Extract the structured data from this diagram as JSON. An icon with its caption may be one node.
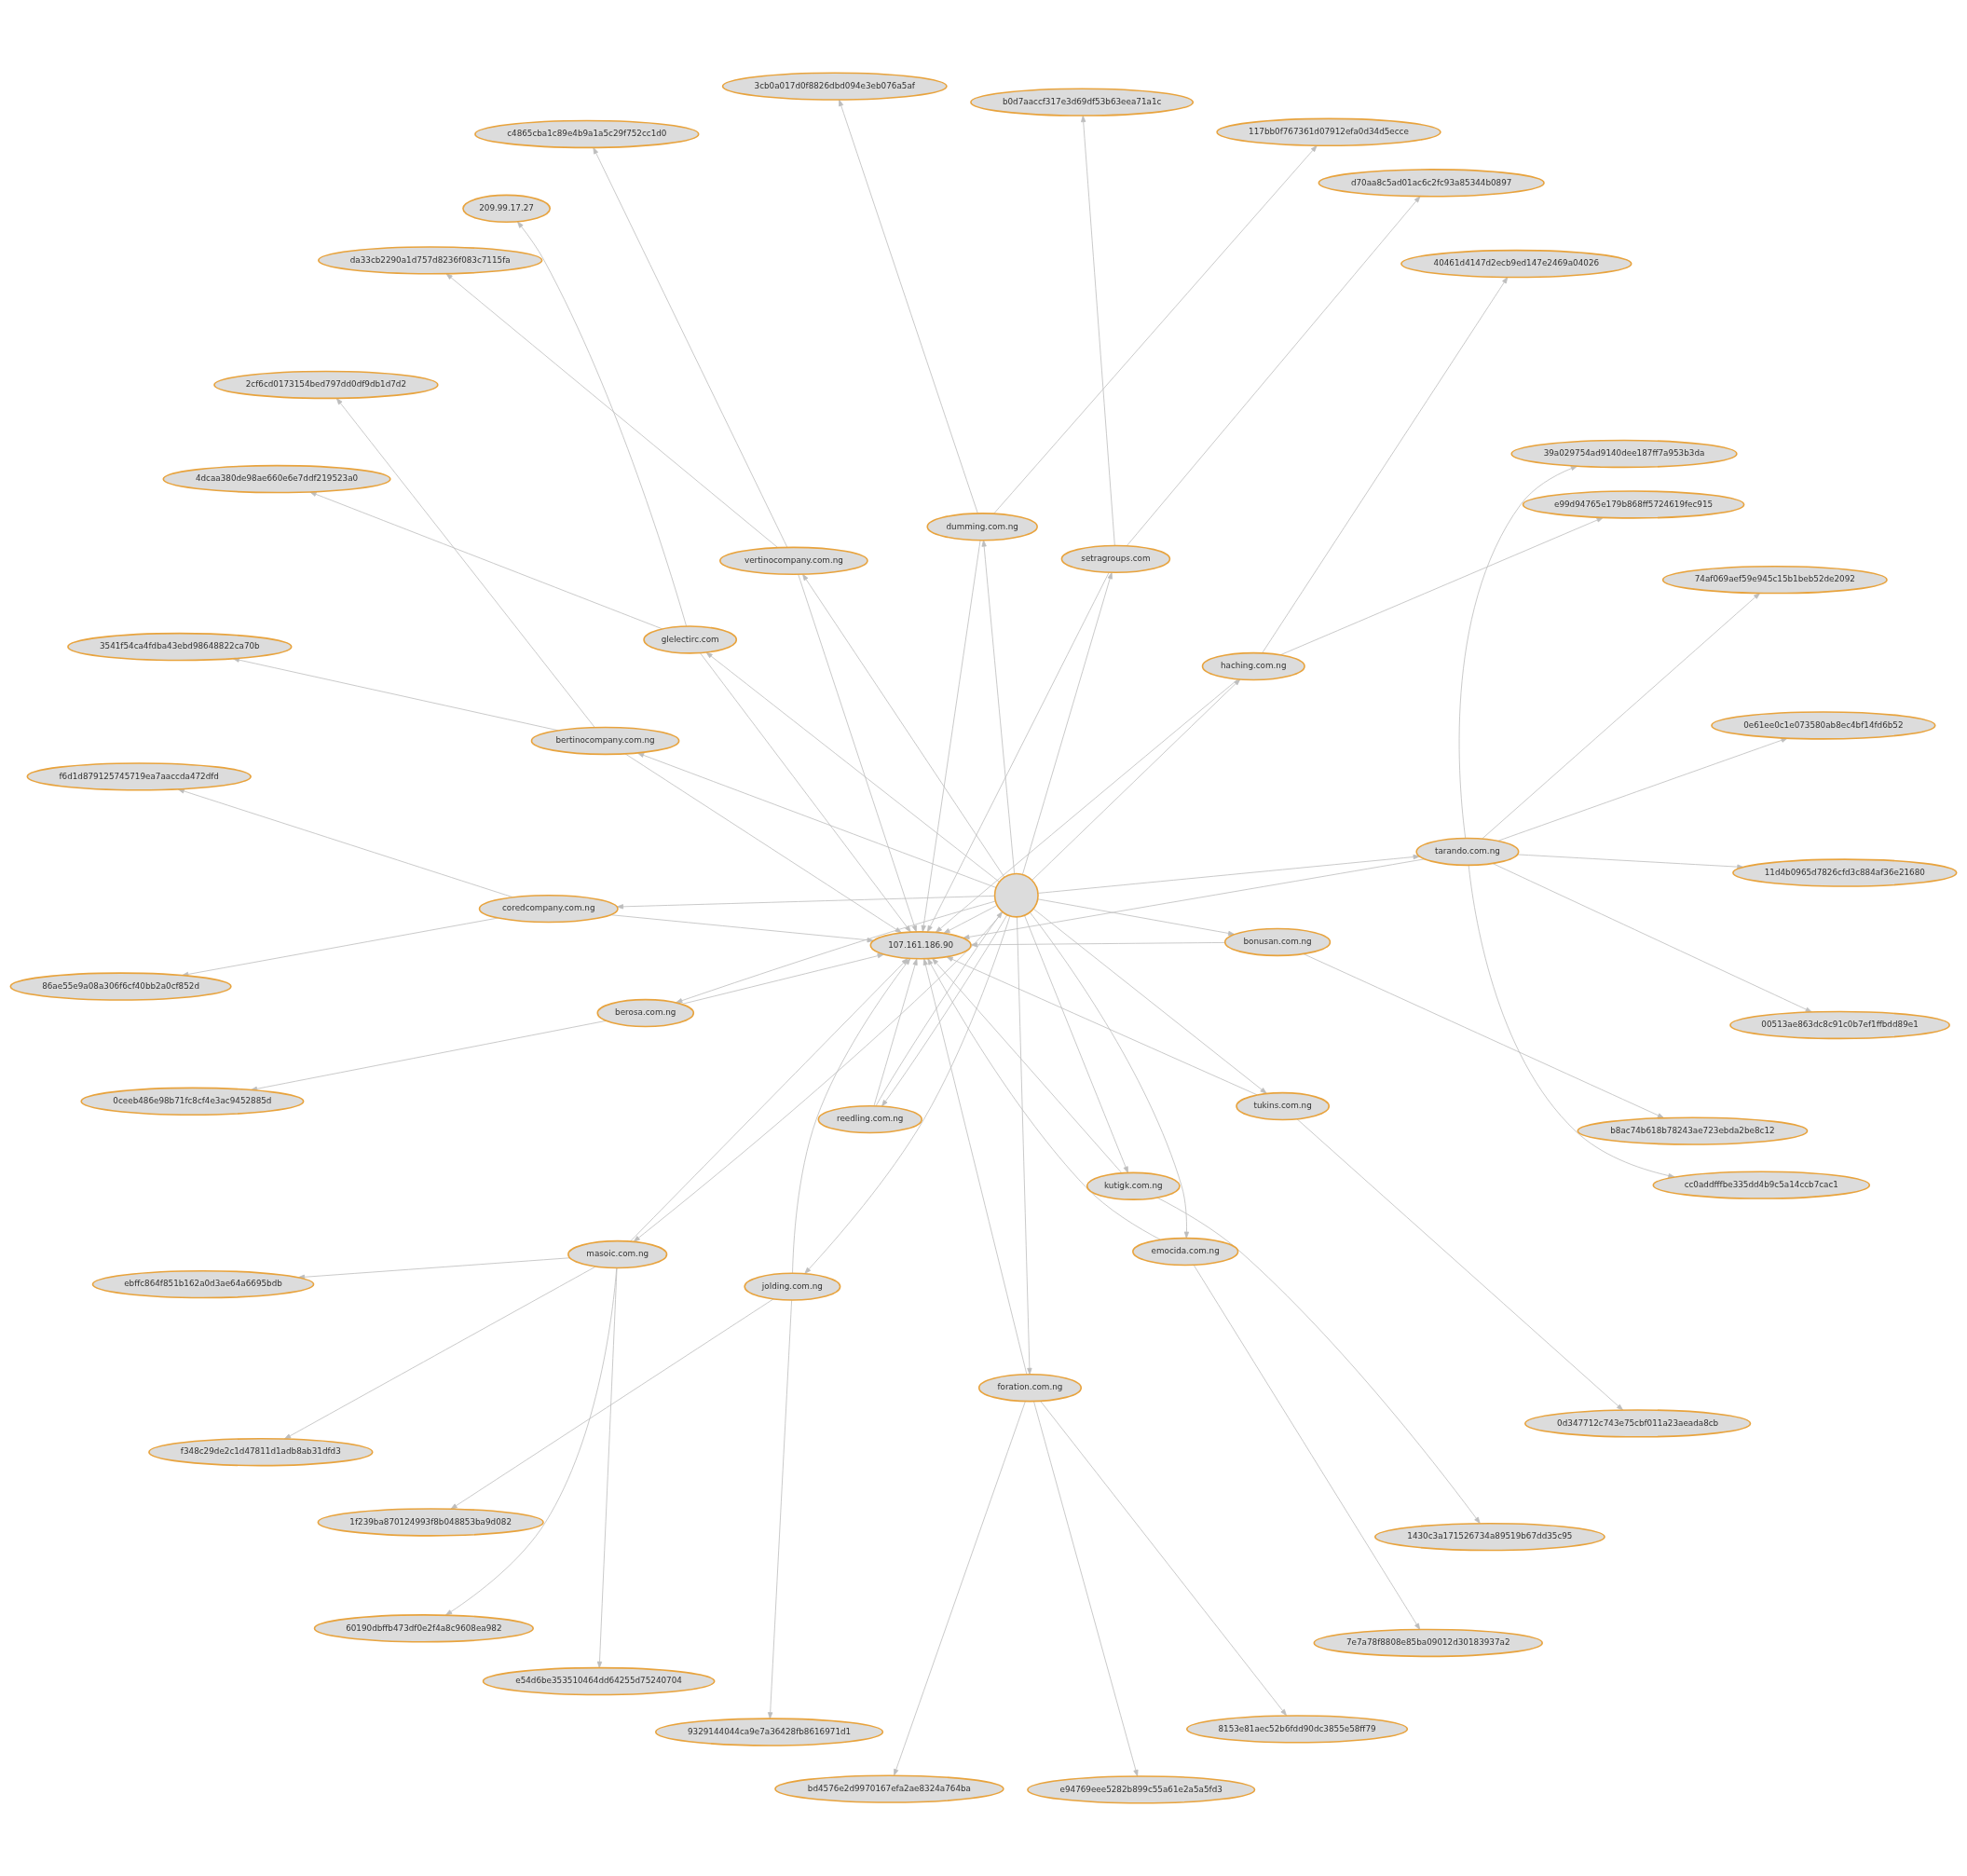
{
  "diagram": {
    "nodes": [
      {
        "text": [
          "f348c29de2c1d47811d1adb8ab31dfd3"
        ]
      },
      {
        "text": [
          "9329144044ca9e7a36428fb8616971d1"
        ]
      },
      {
        "text": [
          "60190dbffb473df0e2f4a8c9608ea982"
        ]
      },
      {
        "text": [
          "1f239ba870124993f8b048853ba9d082"
        ]
      },
      {
        "text": [
          "1430c3a171526734a89519b67dd35c95"
        ]
      },
      {
        "text": [
          "ebffc864f851b162a0d3ae64a6695bdb"
        ]
      },
      {
        "text": [
          "0ceeb486e98b71fc8cf4e3ac9452885d"
        ]
      },
      {
        "text": [
          "7e7a78f8808e85ba09012d30183937a2"
        ]
      },
      {
        "text": [
          "e94769eee5282b899c55a61e2a5a5fd3"
        ]
      },
      {
        "text": [
          "e54d6be353510464dd64255d75240704"
        ]
      },
      {
        "text": [
          "jolding.com.ng"
        ]
      },
      {
        "text": [
          "masoic.com.ng"
        ]
      },
      {
        "text": [
          "8153e81aec52b6fdd90dc3855e58ff79"
        ]
      },
      {
        "text": [
          "b8ac74b618b78243ae723ebda2be8c12"
        ]
      },
      {
        "text": [
          "2cf6cd0173154bed797dd0df9db1d7d2"
        ]
      },
      {
        "text": [
          "kutigk.com.ng"
        ]
      },
      {
        "text": [
          "emocida.com.ng"
        ]
      },
      {
        "text": [
          "berosa.com.ng"
        ]
      },
      {
        "text": [
          "3541f54ca4fdba43ebd98648822ca70b"
        ]
      },
      {
        "text": [
          "foration.com.ng"
        ]
      },
      {
        "text": [
          "bd4576e2d9970167efa2ae8324a764ba"
        ]
      },
      {
        "text": [
          "bertinocompany.com.ng"
        ]
      },
      {
        "text": [
          "bonusan.com.ng"
        ]
      },
      {
        "text": [],
        "shape": "circle"
      },
      {
        "text": [
          "da33cb2290a1d757d8236f083c7115fa"
        ]
      },
      {
        "text": [
          "vertinocompany.com.ng"
        ]
      },
      {
        "text": [
          "3cb0a017d0f8826dbd094e3eb076a5af"
        ]
      },
      {
        "text": [
          "dumming.com.ng"
        ]
      },
      {
        "text": [
          "107.161.186.90"
        ]
      },
      {
        "text": [
          "reedling.com.ng"
        ]
      },
      {
        "text": [
          "c4865cba1c89e4b9a1a5c29f752cc1d0"
        ]
      },
      {
        "text": [
          "117bb0f767361d07912efa0d34d5ecce"
        ]
      },
      {
        "text": [
          "cc0addfffbe335dd4b9c5a14ccb7cac1"
        ]
      },
      {
        "text": [
          "coredcompany.com.ng"
        ]
      },
      {
        "text": [
          "setragroups.com"
        ]
      },
      {
        "text": [
          "tukins.com.ng"
        ]
      },
      {
        "text": [
          "tarando.com.ng"
        ]
      },
      {
        "text": [
          "0e61ee0c1e073580ab8ec4bf14fd6b52"
        ]
      },
      {
        "text": [
          "f6d1d879125745719ea7aaccda472dfd"
        ]
      },
      {
        "text": [
          "b0d7aaccf317e3d69df53b63eea71a1c"
        ]
      },
      {
        "text": [
          "haching.com.ng"
        ]
      },
      {
        "text": [
          "glelectirc.com"
        ]
      },
      {
        "text": [
          "39a029754ad9140dee187ff7a953b3da"
        ]
      },
      {
        "text": [
          "0d347712c743e75cbf011a23aeada8cb"
        ]
      },
      {
        "text": [
          "d70aa8c5ad01ac6c2fc93a85344b0897"
        ]
      },
      {
        "text": [
          "86ae55e9a08a306f6cf40bb2a0cf852d"
        ]
      },
      {
        "text": [
          "11d4b0965d7826cfd3c884af36e21680"
        ]
      },
      {
        "text": [
          "00513ae863dc8c91c0b7ef1ffbdd89e1"
        ]
      },
      {
        "text": [
          "40461d4147d2ecb9ed147e2469a04026"
        ]
      },
      {
        "text": [
          "e99d94765e179b868ff5724619fec915"
        ]
      },
      {
        "text": [
          "4dcaa380de98ae660e6e7ddf219523a0"
        ]
      },
      {
        "text": [
          "209.99.17.27"
        ]
      },
      {
        "text": [
          "74af069aef59e945c15b1beb52de2092"
        ]
      }
    ],
    "edges": [
      {
        "from": 23,
        "to": 10,
        "arrow": "to"
      },
      {
        "from": 23,
        "to": 16,
        "arrow": "to"
      },
      {
        "from": 23,
        "to": 15,
        "arrow": "to"
      },
      {
        "from": 23,
        "to": 17,
        "arrow": "to"
      },
      {
        "from": 23,
        "to": 11,
        "arrow": "to"
      },
      {
        "from": 23,
        "to": 21,
        "arrow": "to"
      },
      {
        "from": 23,
        "to": 25,
        "arrow": "to"
      },
      {
        "from": 23,
        "to": 29,
        "arrow": "to"
      },
      {
        "from": 23,
        "to": 36,
        "arrow": "to"
      },
      {
        "from": 23,
        "to": 35,
        "arrow": "to"
      },
      {
        "from": 23,
        "to": 41,
        "arrow": "to"
      },
      {
        "from": 23,
        "to": 40,
        "arrow": "to"
      },
      {
        "from": 23,
        "to": 34,
        "arrow": "to"
      },
      {
        "from": 23,
        "to": 33,
        "arrow": "to"
      },
      {
        "from": 23,
        "to": 27,
        "arrow": "to"
      },
      {
        "from": 23,
        "to": 22,
        "arrow": "to"
      },
      {
        "from": 23,
        "to": 19,
        "arrow": "to"
      },
      {
        "from": 23,
        "to": 28,
        "arrow": "to"
      },
      {
        "from": 29,
        "to": 23,
        "arrow": "to"
      },
      {
        "from": 10,
        "to": 28,
        "arrow": "to"
      },
      {
        "from": 16,
        "to": 28,
        "arrow": "to"
      },
      {
        "from": 15,
        "to": 28,
        "arrow": "to"
      },
      {
        "from": 17,
        "to": 28,
        "arrow": "to"
      },
      {
        "from": 11,
        "to": 28,
        "arrow": "to"
      },
      {
        "from": 21,
        "to": 28,
        "arrow": "to"
      },
      {
        "from": 25,
        "to": 28,
        "arrow": "to"
      },
      {
        "from": 29,
        "to": 28,
        "arrow": "to"
      },
      {
        "from": 36,
        "to": 28,
        "arrow": "to"
      },
      {
        "from": 35,
        "to": 28,
        "arrow": "to"
      },
      {
        "from": 41,
        "to": 28,
        "arrow": "to"
      },
      {
        "from": 40,
        "to": 28,
        "arrow": "to"
      },
      {
        "from": 34,
        "to": 28,
        "arrow": "to"
      },
      {
        "from": 33,
        "to": 28,
        "arrow": "to"
      },
      {
        "from": 27,
        "to": 28,
        "arrow": "to"
      },
      {
        "from": 22,
        "to": 28,
        "arrow": "to"
      },
      {
        "from": 19,
        "to": 28,
        "arrow": "to"
      },
      {
        "from": 10,
        "to": 1,
        "arrow": "to"
      },
      {
        "from": 10,
        "to": 3,
        "arrow": "to"
      },
      {
        "from": 15,
        "to": 4,
        "arrow": "to"
      },
      {
        "from": 11,
        "to": 0,
        "arrow": "to"
      },
      {
        "from": 11,
        "to": 2,
        "arrow": "to"
      },
      {
        "from": 11,
        "to": 5,
        "arrow": "to"
      },
      {
        "from": 11,
        "to": 9,
        "arrow": "to"
      },
      {
        "from": 17,
        "to": 6,
        "arrow": "to"
      },
      {
        "from": 16,
        "to": 7,
        "arrow": "to"
      },
      {
        "from": 19,
        "to": 8,
        "arrow": "to"
      },
      {
        "from": 19,
        "to": 12,
        "arrow": "to"
      },
      {
        "from": 19,
        "to": 20,
        "arrow": "to"
      },
      {
        "from": 22,
        "to": 13,
        "arrow": "to"
      },
      {
        "from": 21,
        "to": 14,
        "arrow": "to"
      },
      {
        "from": 21,
        "to": 18,
        "arrow": "to"
      },
      {
        "from": 25,
        "to": 24,
        "arrow": "to"
      },
      {
        "from": 25,
        "to": 30,
        "arrow": "to"
      },
      {
        "from": 27,
        "to": 26,
        "arrow": "to"
      },
      {
        "from": 27,
        "to": 31,
        "arrow": "to"
      },
      {
        "from": 36,
        "to": 32,
        "arrow": "to"
      },
      {
        "from": 36,
        "to": 37,
        "arrow": "to"
      },
      {
        "from": 36,
        "to": 42,
        "arrow": "to"
      },
      {
        "from": 36,
        "to": 47,
        "arrow": "to"
      },
      {
        "from": 36,
        "to": 46,
        "arrow": "to"
      },
      {
        "from": 36,
        "to": 52,
        "arrow": "to"
      },
      {
        "from": 33,
        "to": 38,
        "arrow": "to"
      },
      {
        "from": 33,
        "to": 45,
        "arrow": "to"
      },
      {
        "from": 34,
        "to": 39,
        "arrow": "to"
      },
      {
        "from": 34,
        "to": 44,
        "arrow": "to"
      },
      {
        "from": 35,
        "to": 43,
        "arrow": "to"
      },
      {
        "from": 40,
        "to": 48,
        "arrow": "to"
      },
      {
        "from": 40,
        "to": 49,
        "arrow": "to"
      },
      {
        "from": 41,
        "to": 51,
        "arrow": "to"
      },
      {
        "from": 41,
        "to": 50,
        "arrow": "to"
      }
    ]
  }
}
